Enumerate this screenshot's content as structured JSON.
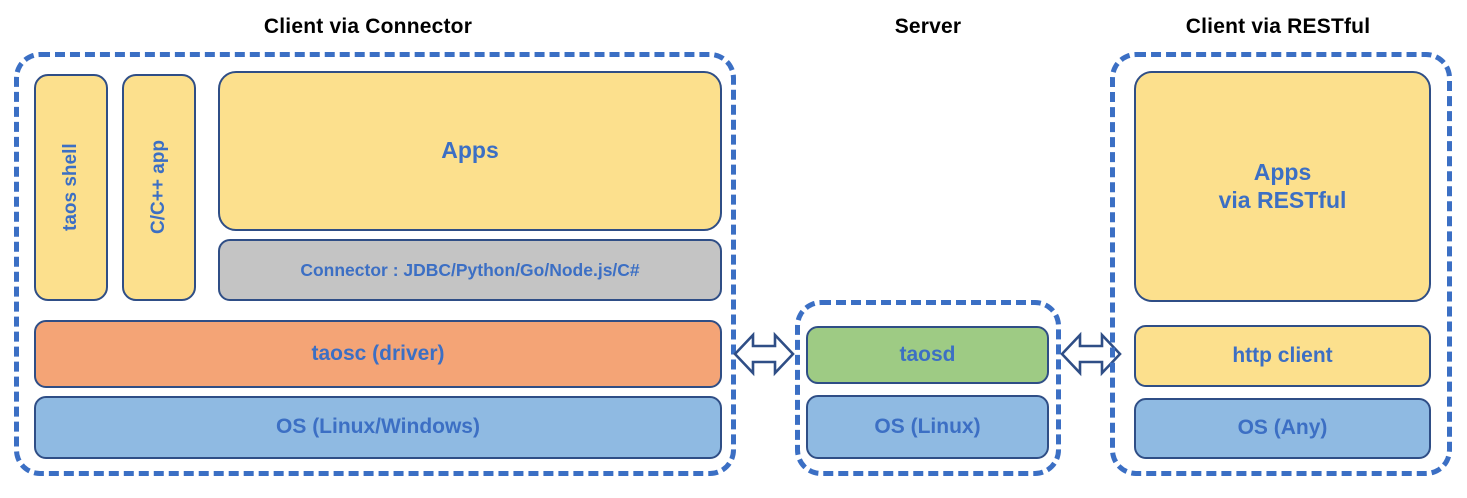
{
  "diagram": {
    "title_left": "Client via Connector",
    "title_middle": "Server",
    "title_right": "Client via RESTful",
    "colors": {
      "dashed_border": "#3B6FC4",
      "node_border": "#2F4E86",
      "text_blue": "#3C6FC4",
      "caption_black": "#000000",
      "yellow": "#FCE08D",
      "orange": "#F4A476",
      "blue": "#8FBAE2",
      "green": "#9ECB84",
      "gray": "#C4C4C4"
    }
  },
  "client_connector": {
    "taos_shell": "taos shell",
    "c_cpp_app": "C/C++ app",
    "apps": "Apps",
    "connector": "Connector : JDBC/Python/Go/Node.js/C#",
    "taosc": "taosc (driver)",
    "os": "OS (Linux/Windows)"
  },
  "server": {
    "taosd": "taosd",
    "os": "OS (Linux)"
  },
  "client_restful": {
    "apps_line1": "Apps",
    "apps_line2": "via RESTful",
    "http_client": "http client",
    "os": "OS (Any)"
  },
  "arrows": {
    "left_link": "double-headed-arrow",
    "right_link": "double-headed-arrow"
  }
}
